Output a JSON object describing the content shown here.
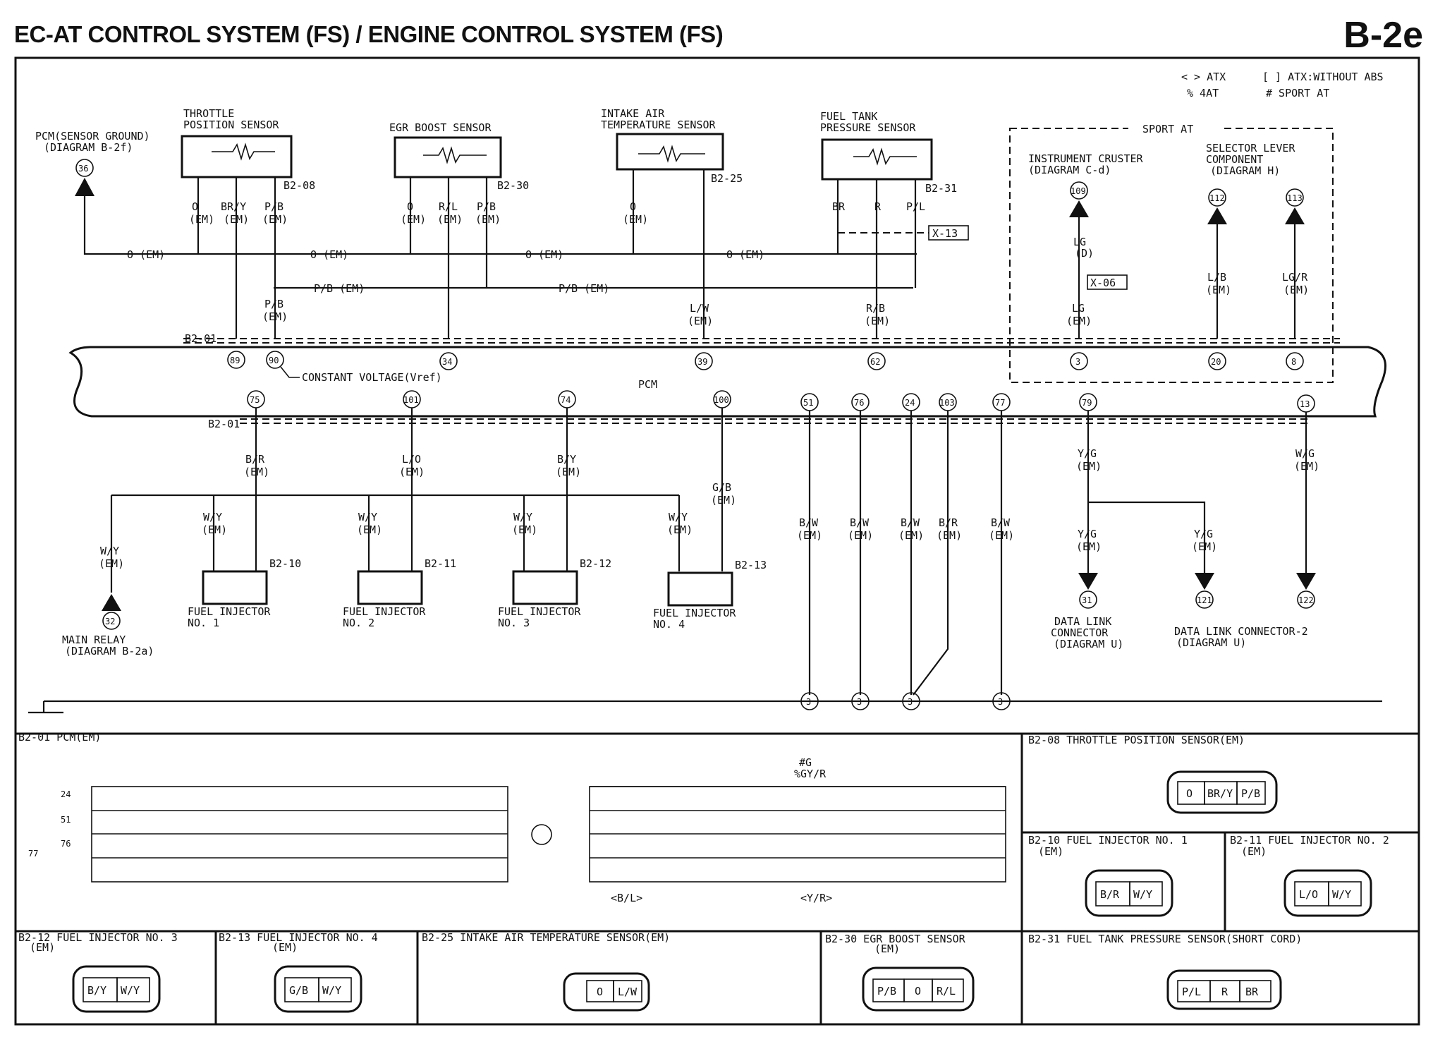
{
  "header": {
    "title": "EC-AT CONTROL SYSTEM (FS) / ENGINE CONTROL SYSTEM (FS)",
    "code": "B-2e"
  },
  "legend": {
    "l1a": "< > ATX",
    "l1b": "[ ] ATX:WITHOUT ABS",
    "l2a": "% 4AT",
    "l2b": "# SPORT AT"
  },
  "top": {
    "pcm_ground": [
      "PCM(SENSOR GROUND)",
      "(DIAGRAM B-2f)"
    ],
    "tps": [
      "THROTTLE",
      "POSITION SENSOR"
    ],
    "egr": [
      "EGR BOOST SENSOR"
    ],
    "iat": [
      "INTAKE AIR",
      "TEMPERATURE SENSOR"
    ],
    "ftp": [
      "FUEL TANK",
      "PRESSURE SENSOR"
    ],
    "sport": "SPORT AT",
    "cluster": [
      "INSTRUMENT CRUSTER",
      "(DIAGRAM C-d)"
    ],
    "selector": [
      "SELECTOR LEVER",
      "COMPONENT",
      "(DIAGRAM H)"
    ],
    "pcm": "PCM",
    "constv": "CONSTANT VOLTAGE(Vref)",
    "o_em": "O (EM)",
    "pb_em": "P/B (EM)"
  },
  "bottom": {
    "main_relay": [
      "MAIN RELAY",
      "(DIAGRAM B-2a)"
    ],
    "inj1": [
      "FUEL INJECTOR",
      "NO. 1"
    ],
    "inj2": [
      "FUEL INJECTOR",
      "NO. 2"
    ],
    "inj3": [
      "FUEL INJECTOR",
      "NO. 3"
    ],
    "inj4": [
      "FUEL INJECTOR",
      "NO. 4"
    ],
    "dlc": [
      "DATA LINK",
      "CONNECTOR",
      "(DIAGRAM U)"
    ],
    "dlc2": [
      "DATA LINK CONNECTOR-2",
      "(DIAGRAM U)"
    ]
  },
  "panels": {
    "b201": "B2-01 PCM(EM)",
    "b208": "B2-08 THROTTLE POSITION SENSOR(EM)",
    "b210": "B2-10 FUEL INJECTOR NO. 1",
    "b211": "B2-11 FUEL INJECTOR NO. 2",
    "b212": "B2-12 FUEL INJECTOR NO. 3",
    "b213": "B2-13 FUEL INJECTOR NO. 4",
    "b225": "B2-25 INTAKE AIR TEMPERATURE SENSOR(EM)",
    "b230": "B2-30 EGR BOOST SENSOR",
    "b231": "B2-31 FUEL TANK PRESSURE SENSOR(SHORT CORD)",
    "em": "(EM)",
    "bl": "<B/L>",
    "yr": "<Y/R>",
    "g_top": [
      "#G",
      "%GY/R"
    ]
  },
  "connectors": {
    "b208": [
      "O",
      "BR/Y",
      "P/B"
    ],
    "b210": [
      "B/R",
      "W/Y"
    ],
    "b211": [
      "L/O",
      "W/Y"
    ],
    "b212": [
      "B/Y",
      "W/Y"
    ],
    "b213": [
      "G/B",
      "W/Y"
    ],
    "b225": [
      "O",
      "L/W"
    ],
    "b230": [
      "P/B",
      "O",
      "R/L"
    ],
    "b231": [
      "P/L",
      "R",
      "BR"
    ]
  }
}
